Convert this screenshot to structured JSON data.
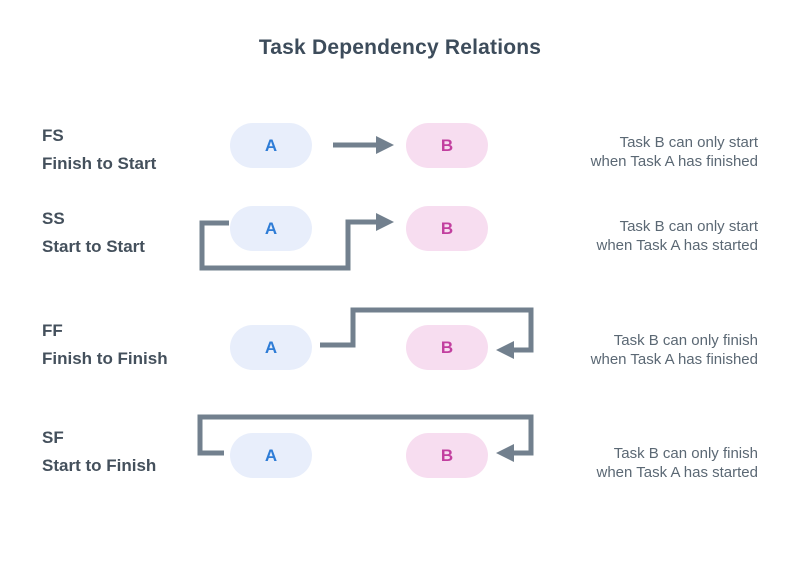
{
  "title": "Task Dependency Relations",
  "colors": {
    "title_text": "#3d4c5b",
    "label_text": "#44505c",
    "description_text": "#5b6874",
    "connector": "#72808e",
    "task_a_bg": "#e8eefb",
    "task_a_text": "#2e7cd6",
    "task_b_bg": "#f7ddf0",
    "task_b_text": "#c23f9f"
  },
  "rows": [
    {
      "code": "FS",
      "name": "Finish to Start",
      "task_a": "A",
      "task_b": "B",
      "description_line1": "Task B can only start",
      "description_line2": "when Task A has finished"
    },
    {
      "code": "SS",
      "name": "Start to Start",
      "task_a": "A",
      "task_b": "B",
      "description_line1": "Task B can only start",
      "description_line2": "when Task A has started"
    },
    {
      "code": "FF",
      "name": "Finish to Finish",
      "task_a": "A",
      "task_b": "B",
      "description_line1": "Task B can only finish",
      "description_line2": "when Task A has finished"
    },
    {
      "code": "SF",
      "name": "Start to Finish",
      "task_a": "A",
      "task_b": "B",
      "description_line1": "Task B can only finish",
      "description_line2": "when Task A has started"
    }
  ]
}
